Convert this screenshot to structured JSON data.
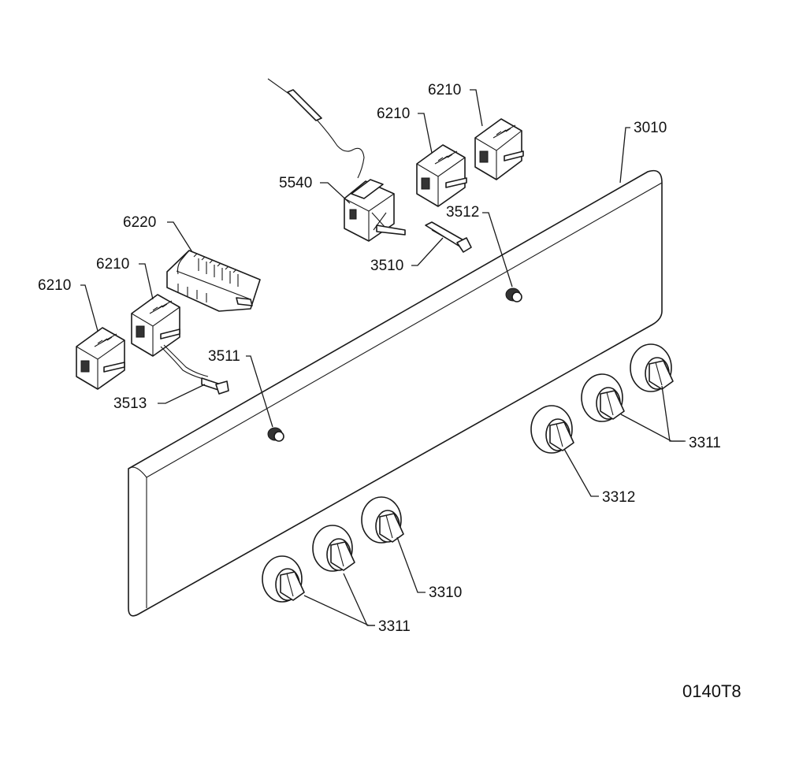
{
  "diagram": {
    "drawing_code": "0140T8",
    "labels": {
      "l6210_a": "6210",
      "l6210_b": "6210",
      "l6210_c": "6210",
      "l6210_d": "6210",
      "l3010": "3010",
      "l5540": "5540",
      "l3512": "3512",
      "l6220": "6220",
      "l3510": "3510",
      "l3511": "3511",
      "l3513": "3513",
      "l3311_a": "3311",
      "l3312": "3312",
      "l3310": "3310",
      "l3311_b": "3311"
    }
  }
}
